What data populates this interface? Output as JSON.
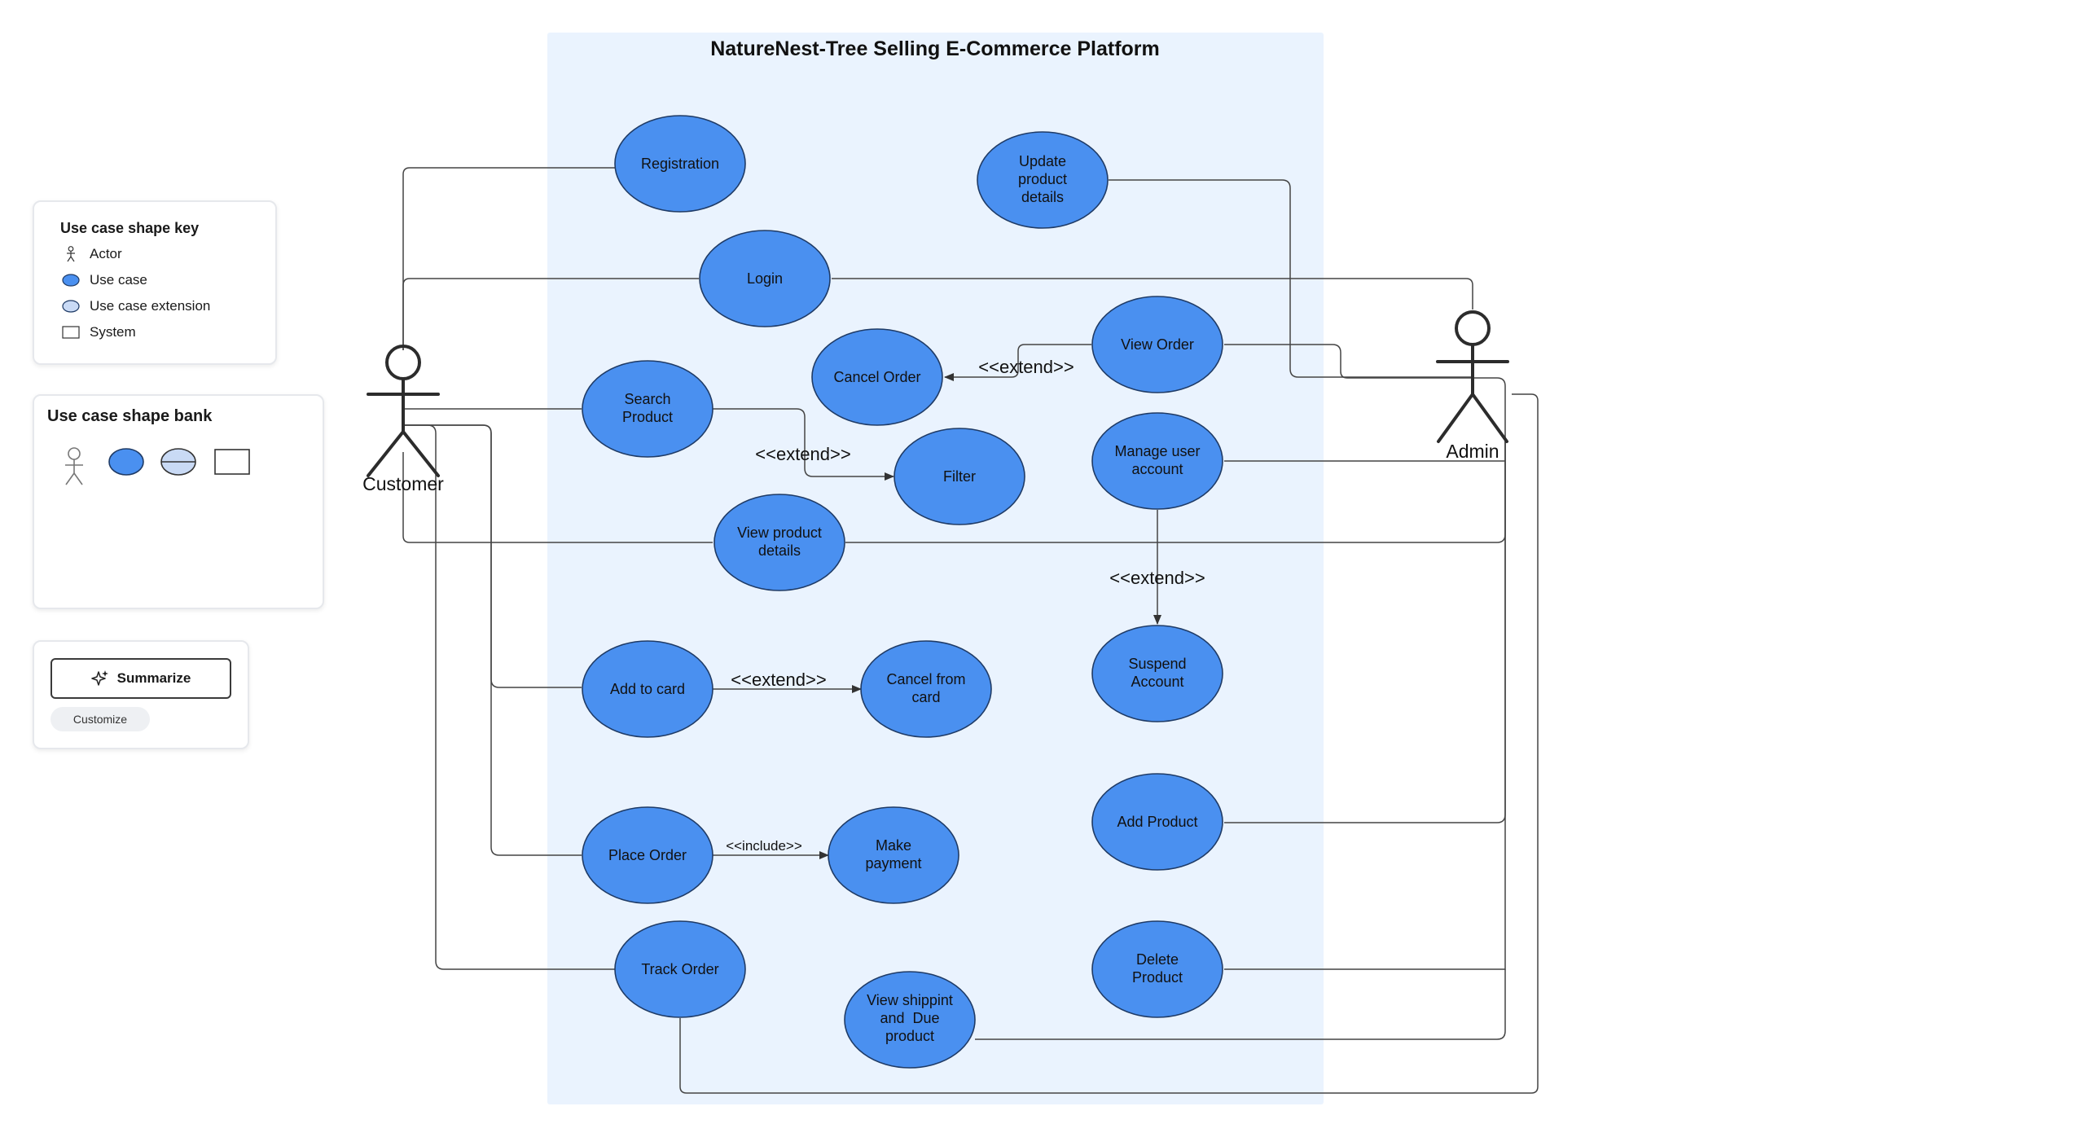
{
  "title": "NatureNest-Tree Selling E-Commerce Platform",
  "shape_key": {
    "title": "Use case shape key",
    "items": [
      {
        "icon": "actor-icon",
        "label": "Actor"
      },
      {
        "icon": "use-case-icon",
        "label": "Use case"
      },
      {
        "icon": "use-case-extension-icon",
        "label": "Use case extension"
      },
      {
        "icon": "system-icon",
        "label": "System"
      }
    ]
  },
  "shape_bank": {
    "title": "Use case shape bank"
  },
  "ai_panel": {
    "summarize_label": "Summarize",
    "customize_label": "Customize"
  },
  "actors": {
    "customer": "Customer",
    "admin": "Admin"
  },
  "use_cases": {
    "registration": [
      "Registration"
    ],
    "login": [
      "Login"
    ],
    "search_product": [
      "Search",
      "Product"
    ],
    "view_product_details": [
      "View product",
      "details"
    ],
    "add_to_card": [
      "Add to card"
    ],
    "place_order": [
      "Place Order"
    ],
    "track_order": [
      "Track Order"
    ],
    "cancel_order": [
      "Cancel Order"
    ],
    "filter": [
      "Filter"
    ],
    "cancel_from_card": [
      "Cancel from",
      "card"
    ],
    "make_payment": [
      "Make",
      "payment"
    ],
    "view_shipping": [
      "View shippint",
      "and  Due",
      "product"
    ],
    "update_product_details": [
      "Update",
      "product",
      "details"
    ],
    "view_order": [
      "View Order"
    ],
    "manage_user_account": [
      "Manage user",
      "account"
    ],
    "suspend_account": [
      "Suspend",
      "Account"
    ],
    "add_product": [
      "Add Product"
    ],
    "delete_product": [
      "Delete",
      "Product"
    ]
  },
  "relations": {
    "extend_view_order": "<<extend>>",
    "extend_search": "<<extend>>",
    "extend_manage": "<<extend>>",
    "extend_add_to_card": "<<extend>>",
    "include_place_order": "<<include>>"
  },
  "colors": {
    "system_bg": "#eaf3fe",
    "use_case_fill": "#4a90f0",
    "extension_fill": "#c9daf5"
  }
}
